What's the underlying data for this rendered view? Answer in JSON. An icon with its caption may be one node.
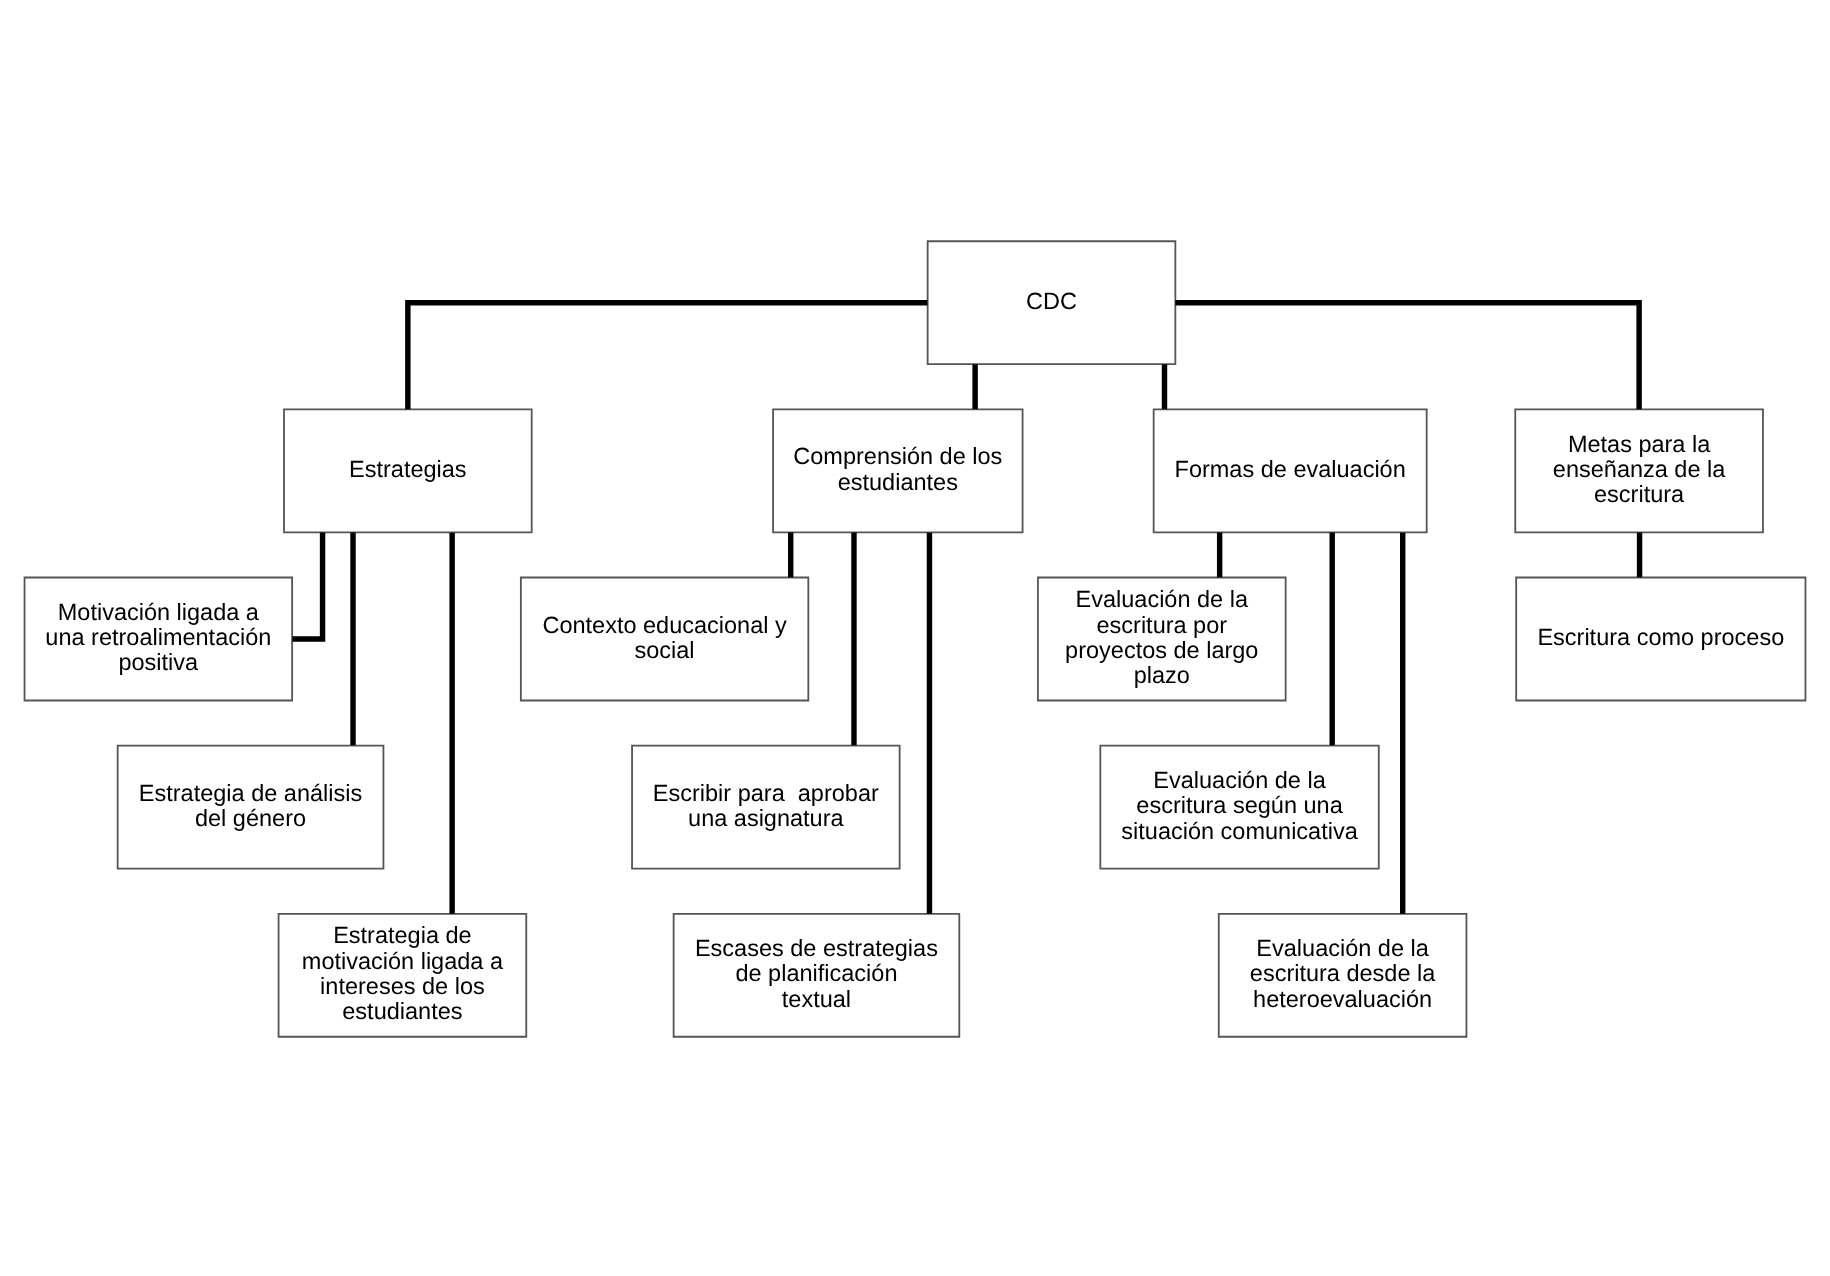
{
  "diagram": {
    "nodes": [
      {
        "text": [
          "CDC"
        ]
      },
      {
        "text": [
          "Estrategias"
        ]
      },
      {
        "text": [
          "Comprensión de los estudiantes"
        ]
      },
      {
        "text": [
          "Formas de evaluación"
        ]
      },
      {
        "text": [
          "Metas para la enseñanza de la escritura"
        ]
      },
      {
        "text": [
          "Motivación ligada a una retroalimentación positiva"
        ]
      },
      {
        "text": [
          "Estrategia de análisis del género"
        ]
      },
      {
        "text": [
          "Estrategia de motivación ligada a intereses de los estudiantes"
        ]
      },
      {
        "text": [
          "Contexto educacional y social"
        ]
      },
      {
        "text": [
          "Escribir para  aprobar una asignatura"
        ]
      },
      {
        "text": [
          "Escases de estrategias de planificación textual"
        ]
      },
      {
        "text": [
          "Evaluación de la escritura por proyectos de largo plazo"
        ]
      },
      {
        "text": [
          "Evaluación de la escritura según una situación comunicativa"
        ]
      },
      {
        "text": [
          "Evaluación de la escritura desde la heteroevaluación"
        ]
      },
      {
        "text": [
          "Escritura como proceso"
        ]
      }
    ],
    "edges": [
      {
        "from": 0,
        "to": 1,
        "arrow": "none"
      },
      {
        "from": 0,
        "to": 2,
        "arrow": "none"
      },
      {
        "from": 0,
        "to": 3,
        "arrow": "none"
      },
      {
        "from": 0,
        "to": 4,
        "arrow": "none"
      },
      {
        "from": 1,
        "to": 5,
        "arrow": "none"
      },
      {
        "from": 1,
        "to": 6,
        "arrow": "none"
      },
      {
        "from": 1,
        "to": 7,
        "arrow": "none"
      },
      {
        "from": 2,
        "to": 8,
        "arrow": "none"
      },
      {
        "from": 2,
        "to": 9,
        "arrow": "none"
      },
      {
        "from": 2,
        "to": 10,
        "arrow": "none"
      },
      {
        "from": 3,
        "to": 11,
        "arrow": "none"
      },
      {
        "from": 3,
        "to": 12,
        "arrow": "none"
      },
      {
        "from": 3,
        "to": 13,
        "arrow": "none"
      },
      {
        "from": 4,
        "to": 14,
        "arrow": "none"
      }
    ]
  }
}
